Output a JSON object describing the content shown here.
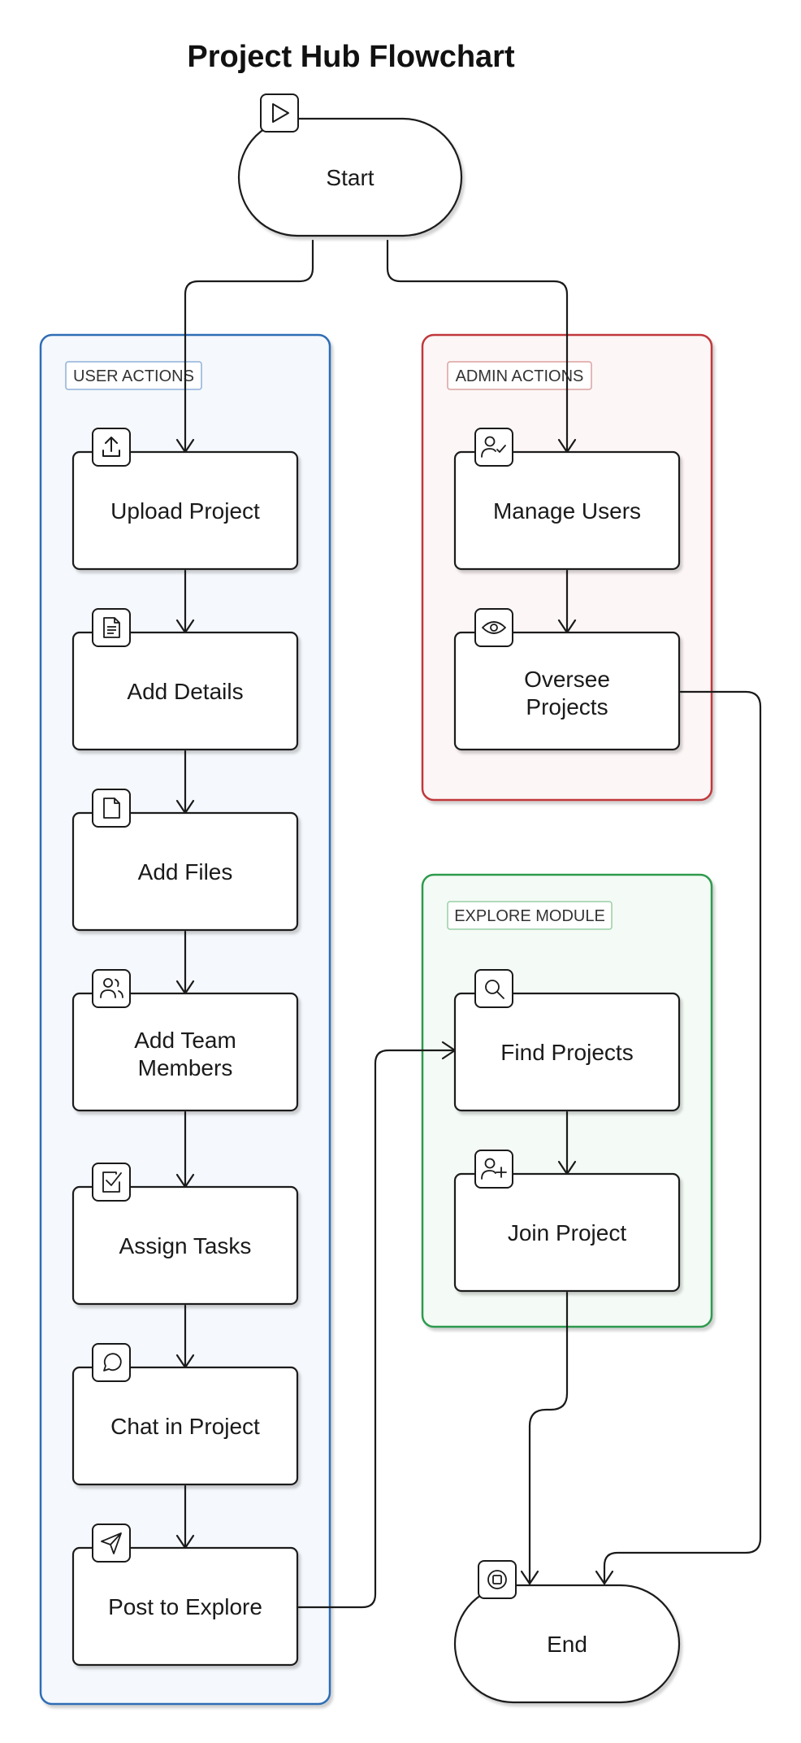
{
  "title": "Project Hub Flowchart",
  "colors": {
    "user_border": "#2f6db5",
    "user_fill": "#f5f8fc",
    "admin_border": "#c0393b",
    "admin_fill": "#fdf6f6",
    "explore_border": "#2e9a4e",
    "explore_fill": "#f4faf5",
    "stroke": "#1a1a1a"
  },
  "groups": {
    "user": {
      "label": "USER ACTIONS"
    },
    "admin": {
      "label": "ADMIN ACTIONS"
    },
    "explore": {
      "label": "EXPLORE MODULE"
    }
  },
  "nodes": {
    "start": {
      "label": "Start",
      "icon": "play-icon"
    },
    "upload": {
      "label": "Upload Project",
      "icon": "upload-icon"
    },
    "details": {
      "label": "Add Details",
      "icon": "document-icon"
    },
    "files": {
      "label": "Add Files",
      "icon": "file-icon"
    },
    "team": {
      "label": "Add Team Members",
      "icon": "users-icon"
    },
    "tasks": {
      "label": "Assign Tasks",
      "icon": "checkbox-icon"
    },
    "chat": {
      "label": "Chat in Project",
      "icon": "chat-icon"
    },
    "post": {
      "label": "Post to Explore",
      "icon": "send-icon"
    },
    "manage": {
      "label": "Manage Users",
      "icon": "user-check-icon"
    },
    "oversee": {
      "label": "Oversee Projects",
      "icon": "eye-icon"
    },
    "find": {
      "label": "Find Projects",
      "icon": "search-icon"
    },
    "join": {
      "label": "Join Project",
      "icon": "user-plus-icon"
    },
    "end": {
      "label": "End",
      "icon": "stop-icon"
    }
  }
}
